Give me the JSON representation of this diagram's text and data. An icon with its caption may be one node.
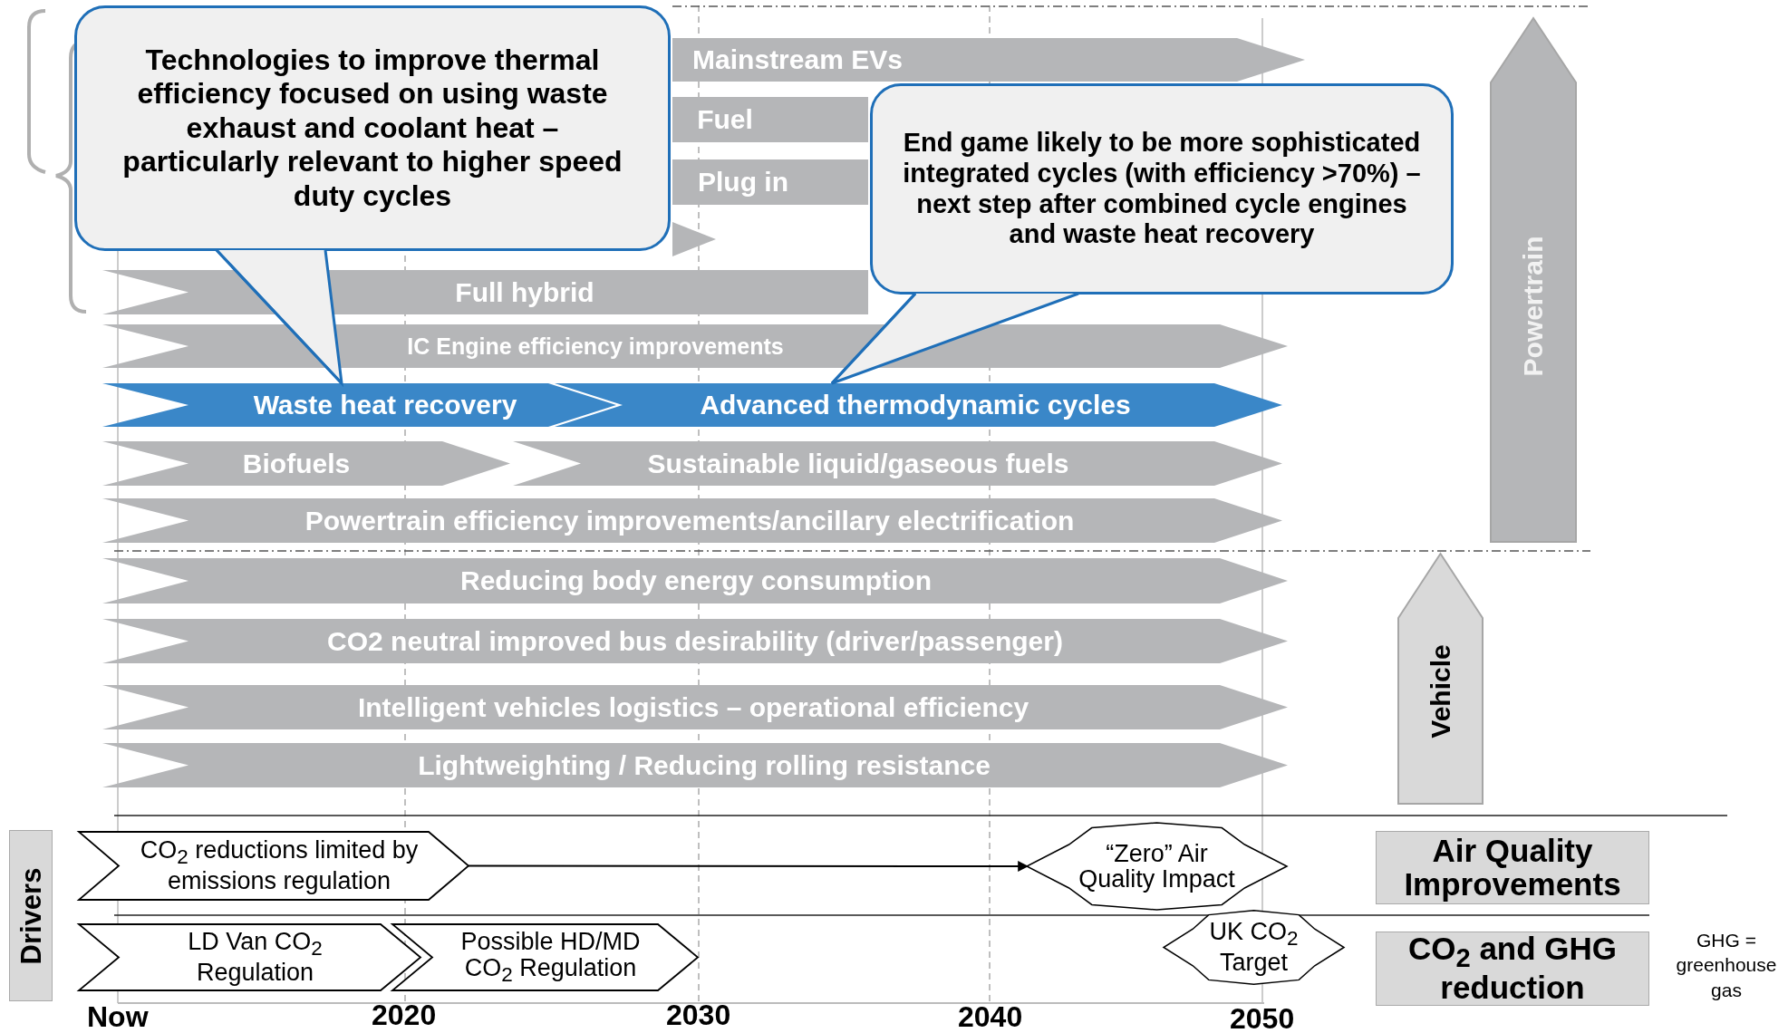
{
  "diagram": {
    "nodes": [
      {
        "text": [
          "Technologies to improve thermal efficiency focused on using waste exhaust and coolant heat – particularly relevant to higher speed duty cycles"
        ]
      },
      {
        "text": [
          "End game likely to be more sophisticated integrated cycles (with efficiency >70%) – next step after combined cycle engines and waste heat recovery"
        ]
      },
      {
        "text": [
          "Mainstream EVs"
        ]
      },
      {
        "text": [
          "Fuel"
        ]
      },
      {
        "text": [
          "Plug in"
        ]
      },
      {
        "text": [],
        "shape": "bar"
      },
      {
        "text": [
          "Full hybrid"
        ]
      },
      {
        "text": [
          "IC Engine efficiency improvements"
        ]
      },
      {
        "text": [
          "Waste heat recovery"
        ]
      },
      {
        "text": [
          "Advanced thermodynamic cycles"
        ]
      },
      {
        "text": [
          "Biofuels"
        ]
      },
      {
        "text": [
          "Sustainable liquid/gaseous fuels"
        ]
      },
      {
        "text": [
          "Powertrain efficiency improvements/ancillary electrification"
        ]
      },
      {
        "text": [
          "Reducing body energy consumption"
        ]
      },
      {
        "text": [
          "CO2 neutral improved bus desirability (driver/passenger)"
        ]
      },
      {
        "text": [
          "Intelligent vehicles logistics – operational efficiency"
        ]
      },
      {
        "text": [
          "Lightweighting / Reducing rolling resistance"
        ]
      },
      {
        "text": [
          "Powertrain"
        ]
      },
      {
        "text": [
          "Vehicle"
        ]
      },
      {
        "text": [
          "Drivers"
        ]
      },
      {
        "text": [
          "CO$_{2}$ reductions limited by emissions regulation"
        ]
      },
      {
        "text": [
          "“Zero” Air Quality Impact"
        ]
      },
      {
        "text": [
          "Air Quality Improvements"
        ]
      },
      {
        "text": [
          "LD Van CO$_{2}$ Regulation"
        ]
      },
      {
        "text": [
          "Possible HD/MD CO$_{2}$ Regulation"
        ]
      },
      {
        "text": [
          "UK CO$_{2}$ Target"
        ]
      },
      {
        "text": [
          "CO$_{2}$ and GHG reduction"
        ]
      }
    ],
    "edges": [
      {
        "from": 0,
        "to": 8,
        "arrow": "none"
      },
      {
        "from": 1,
        "to": 9,
        "arrow": "none"
      },
      {
        "from": 20,
        "to": 21,
        "arrow": "to",
        "color": "#000000"
      }
    ],
    "labels": [
      "GHG = greenhouse gas",
      "Now",
      "2020",
      "2030",
      "2040",
      "2050"
    ]
  }
}
